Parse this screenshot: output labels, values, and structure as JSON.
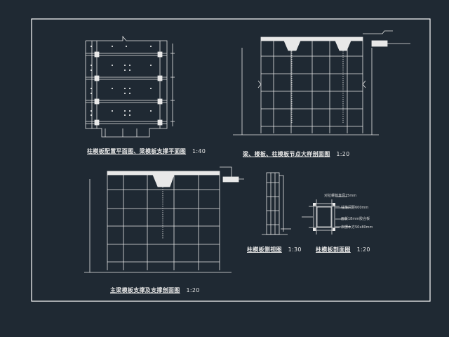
{
  "colors": {
    "background": "#1f2933",
    "frame": "#ffffff",
    "line": "#e8e8e8",
    "accent": "#ffffff"
  },
  "drawings": [
    {
      "title": "柱模板配置平面图、梁模板支撑平面图",
      "scale": "1:40"
    },
    {
      "title": "梁、楼板、柱模板节点大样剖面图",
      "scale": "1:20"
    },
    {
      "title": "主梁模板支撑及支撑剖面图",
      "scale": "1:20"
    },
    {
      "title": "柱模板侧视图",
      "scale": "1:30"
    },
    {
      "title": "柱模板剖面图",
      "scale": "1:20"
    }
  ],
  "notes": [
    "对拉螺栓直径15mm",
    "柱箍间距600mm",
    "面板18mm胶合板",
    "次楞木方50x80mm"
  ]
}
